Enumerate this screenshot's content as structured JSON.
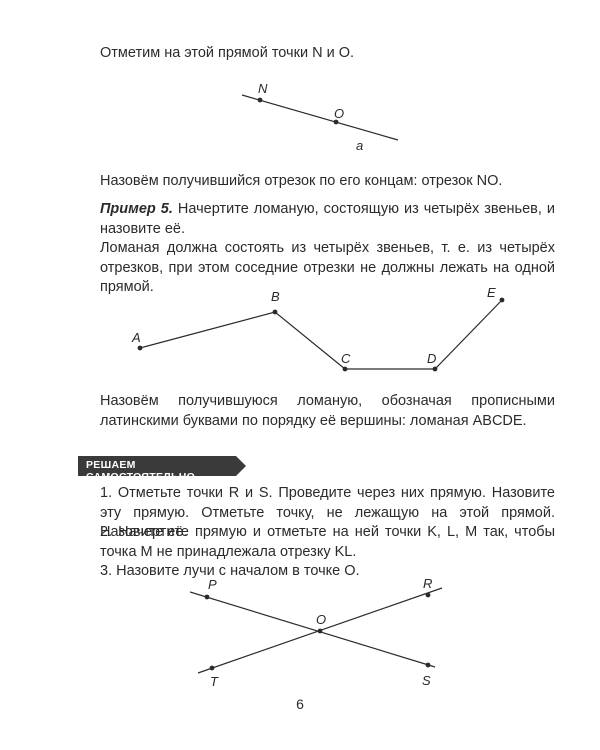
{
  "texts": {
    "p1": "Отметим на этой прямой точки N и O.",
    "p2": "Назовём получившийся отрезок по его концам: отрезок NO.",
    "example_label": "Пример 5.",
    "example_text": " Начертите ломаную, состоящую из четырёх звеньев, и назовите её.",
    "p4": "Ломаная должна состоять из четырёх звеньев, т. е. из четырёх отрезков, при этом соседние отрезки не должны лежать на одной прямой.",
    "p5": "Назовём получившуюся ломаную, обозначая прописными латинскими буквами по порядку её вершины: ломаная ABCDE.",
    "section_label": "РЕШАЕМ САМОСТОЯТЕЛЬНО",
    "task1": "1. Отметьте точки R и S. Проведите через них прямую. Назовите эту прямую. Отметьте точку, не лежащую на этой прямой. Назовите её.",
    "task2": "2. Начертите прямую и отметьте на ней точки K, L, M так, чтобы точка M не принадлежала отрезку KL.",
    "task3": "3. Назовите лучи с началом в точке O.",
    "page_number": "6"
  },
  "fig1": {
    "line_label": "a",
    "points": [
      {
        "name": "N",
        "t": 0.21
      },
      {
        "name": "O",
        "t": 0.6
      }
    ]
  },
  "fig2": {
    "vertices": [
      "A",
      "B",
      "C",
      "D",
      "E"
    ]
  },
  "fig3": {
    "labels": [
      "P",
      "R",
      "O",
      "T",
      "S"
    ]
  },
  "colors": {
    "banner": "#3a3a3a",
    "text": "#2b2b2b"
  }
}
